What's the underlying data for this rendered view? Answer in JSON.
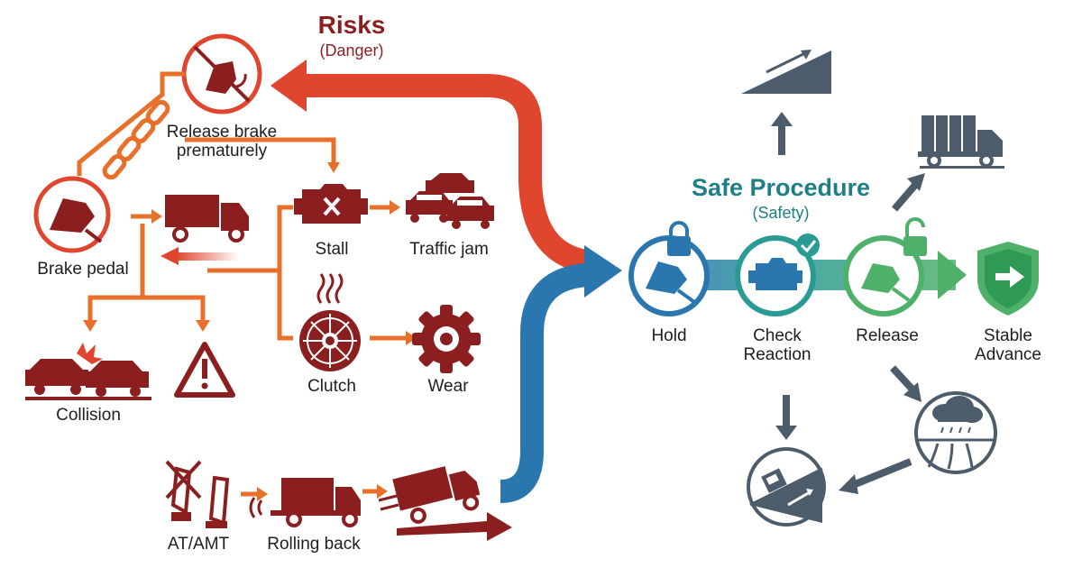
{
  "risks": {
    "title": "Risks",
    "subtitle": "(Danger)"
  },
  "safe": {
    "title": "Safe Procedure",
    "subtitle": "(Safety)"
  },
  "labels": {
    "release_brake_line1": "Release brake",
    "release_brake_line2": "prematurely",
    "brake_pedal": "Brake pedal",
    "stall": "Stall",
    "traffic_jam": "Traffic jam",
    "collision": "Collision",
    "clutch": "Clutch",
    "wear": "Wear",
    "at_amt": "AT/AMT",
    "rolling_back": "Rolling back",
    "hold": "Hold",
    "check_line1": "Check",
    "check_line2": "Reaction",
    "release": "Release",
    "stable_line1": "Stable",
    "stable_line2": "Advance"
  },
  "colors": {
    "danger_dark": "#8b1f1f",
    "danger_orange": "#e8702a",
    "danger_red": "#e0452d",
    "safe_blue": "#2a77b0",
    "safe_teal": "#1f7f86",
    "safe_green": "#4fb06a",
    "slate": "#4d5c6a"
  },
  "icons": [
    "hand-brake-icon",
    "chain-link-icon",
    "brake-pedal-icon",
    "truck-icon",
    "engine-warning-icon",
    "traffic-jam-icon",
    "collision-icon",
    "warning-triangle-icon",
    "clutch-icon",
    "heat-icon",
    "gear-icon",
    "no-pedal-icon",
    "truck-rolling-icon",
    "lock-icon",
    "engine-check-icon",
    "unlock-icon",
    "shield-arrow-icon",
    "ramp-icon",
    "cargo-truck-icon",
    "rain-road-icon",
    "truck-slope-icon"
  ]
}
